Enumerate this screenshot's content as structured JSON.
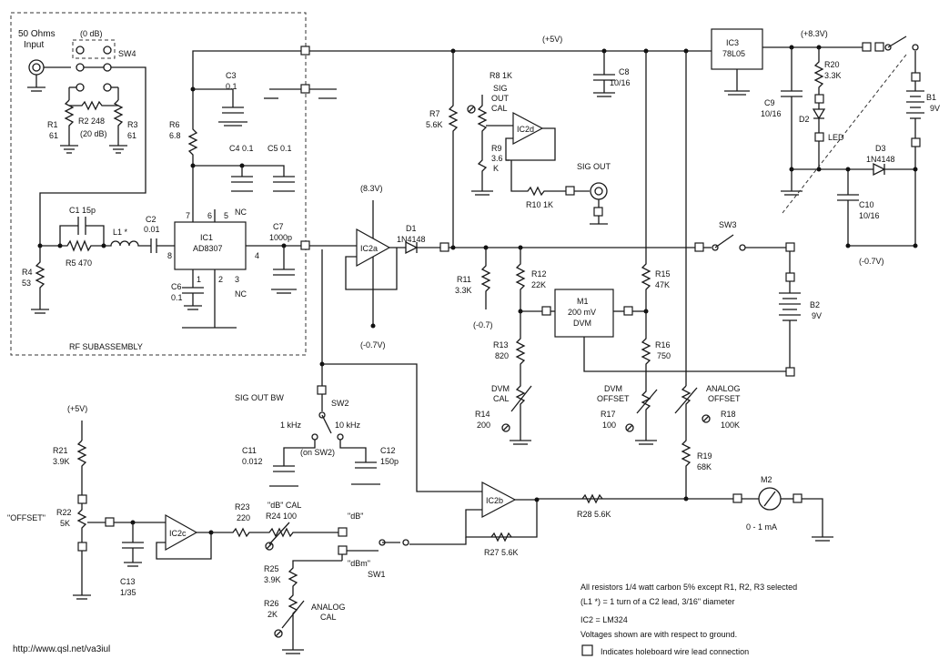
{
  "url_footer": "http://www.qsl.net/va3iul",
  "rf_subassembly": "RF SUBASSEMBLY",
  "input": {
    "line1": "50 Ohms",
    "line2": "Input"
  },
  "sw4": {
    "label": "SW4",
    "db": "(0 dB)"
  },
  "r1": {
    "name": "R1",
    "value": "61"
  },
  "r2": {
    "name": "R2 248",
    "value": "(20 dB)"
  },
  "r3": {
    "name": "R3",
    "value": "61"
  },
  "r4": {
    "name": "R4",
    "value": "53"
  },
  "r5": {
    "name": "R5 470"
  },
  "c1": {
    "name": "C1 15p"
  },
  "l1": {
    "name": "L1 *"
  },
  "c2": {
    "name": "C2",
    "value": "0.01"
  },
  "c3": {
    "name": "C3",
    "value": "0.1"
  },
  "r6": {
    "name": "R6",
    "value": "6.8"
  },
  "c4": {
    "name": "C4 0.1"
  },
  "c5": {
    "name": "C5 0.1"
  },
  "c6": {
    "name": "C6",
    "value": "0.1"
  },
  "c7": {
    "name": "C7",
    "value": "1000p"
  },
  "ic1": {
    "name": "IC1",
    "part": "AD8307"
  },
  "ic1_pins": {
    "p1": "1",
    "p2": "2",
    "p3": "3",
    "p4": "4",
    "p5": "5",
    "p6": "6",
    "p7": "7",
    "p8": "8",
    "nc1": "NC",
    "nc2": "NC"
  },
  "supply_5v": "(+5V)",
  "v_83": "(+8.3V)",
  "v_83b": "(8.3V)",
  "v_m07": "(-0.7V)",
  "v_m07b": "(-0.7V)",
  "v_m07c": "(-0.7)",
  "ic2a": "IC2a",
  "ic2b": "IC2b",
  "ic2c": "IC2c",
  "ic2d": "IC2d",
  "d1": {
    "name": "D1",
    "part": "1N4148"
  },
  "r7": {
    "name": "R7",
    "value": "5.6K"
  },
  "r8": {
    "name": "R8 1K"
  },
  "sig_out_cal": {
    "l1": "SIG",
    "l2": "OUT",
    "l3": "CAL"
  },
  "r9": {
    "name": "R9",
    "v1": "3.6",
    "v2": "K"
  },
  "r10": {
    "name": "R10 1K"
  },
  "sig_out": "SIG OUT",
  "c8": {
    "name": "C8",
    "value": "10/16"
  },
  "ic3": {
    "name": "IC3",
    "part": "78L05"
  },
  "r20": {
    "name": "R20",
    "value": "3.3K"
  },
  "c9": {
    "name": "C9",
    "value": "10/16"
  },
  "d2": "D2",
  "led": "LED",
  "b1": {
    "name": "B1",
    "value": "9V"
  },
  "d3": {
    "name": "D3",
    "part": "1N4148"
  },
  "c10": {
    "name": "C10",
    "value": "10/16"
  },
  "sw3": "SW3",
  "b2": {
    "name": "B2",
    "value": "9V"
  },
  "r11": {
    "name": "R11",
    "value": "3.3K"
  },
  "r12": {
    "name": "R12",
    "value": "22K"
  },
  "r13": {
    "name": "R13",
    "value": "820"
  },
  "r14": {
    "name": "R14",
    "value": "200"
  },
  "dvm_cal": {
    "l1": "DVM",
    "l2": "CAL"
  },
  "m1": {
    "name": "M1",
    "range": "200 mV",
    "type": "DVM"
  },
  "r15": {
    "name": "R15",
    "value": "47K"
  },
  "r16": {
    "name": "R16",
    "value": "750"
  },
  "r17": {
    "name": "R17",
    "value": "100"
  },
  "dvm_offset": {
    "l1": "DVM",
    "l2": "OFFSET"
  },
  "analog_offset": {
    "l1": "ANALOG",
    "l2": "OFFSET"
  },
  "r18": {
    "name": "R18",
    "value": "100K"
  },
  "r19": {
    "name": "R19",
    "value": "68K"
  },
  "m2": {
    "name": "M2",
    "range": "0 - 1 mA"
  },
  "r28": {
    "name": "R28 5.6K"
  },
  "r27": {
    "name": "R27 5.6K"
  },
  "sig_out_bw": "SIG OUT BW",
  "sw2": "SW2",
  "bw_1k": "1 kHz",
  "bw_10k": "10 kHz",
  "on_sw2": "(on SW2)",
  "c11": {
    "name": "C11",
    "value": "0.012"
  },
  "c12": {
    "name": "C12",
    "value": "150p"
  },
  "plus5_left": "(+5V)",
  "r21": {
    "name": "R21",
    "value": "3.9K"
  },
  "r22": {
    "name": "R22",
    "value": "5K"
  },
  "offset": "\"OFFSET\"",
  "c13": {
    "name": "C13",
    "value": "1/35"
  },
  "r23": {
    "name": "R23",
    "value": "220"
  },
  "db_cal": "\"dB\" CAL",
  "r24": {
    "name": "R24 100"
  },
  "db": "\"dB\"",
  "dbm": "\"dBm\"",
  "sw1": "SW1",
  "r25": {
    "name": "R25",
    "value": "3.9K"
  },
  "r26": {
    "name": "R26",
    "value": "2K"
  },
  "analog_cal": {
    "l1": "ANALOG",
    "l2": "CAL"
  },
  "notes": {
    "n1": "All resistors 1/4 watt carbon 5% except R1, R2, R3 selected",
    "n2": "(L1 *) = 1 turn of a C2 lead, 3/16\" diameter",
    "n3": "IC2 = LM324",
    "n4": "Voltages shown are with respect to ground.",
    "n5": "Indicates holeboard wire lead connection"
  }
}
